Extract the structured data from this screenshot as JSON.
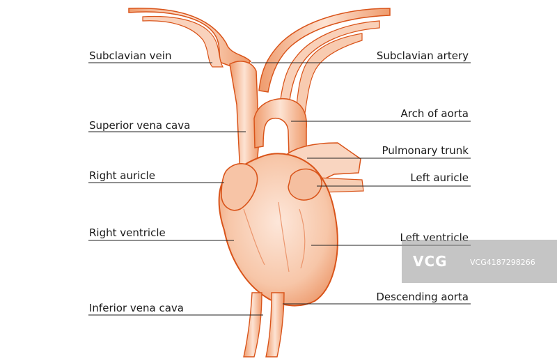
{
  "labels": {
    "subclavian_vein": "Subclavian vein",
    "superior_vena_cava": "Superior vena cava",
    "right_auricle": "Right auricle",
    "right_ventricle": "Right ventricle",
    "inferior_vena_cava": "Inferior vena cava",
    "subclavian_artery": "Subclavian artery",
    "arch_of_aorta": "Arch of aorta",
    "pulmonary_trunk": "Pulmonary trunk",
    "left_auricle": "Left auricle",
    "left_ventricle": "Left ventricle",
    "descending_aorta": "Descending aorta"
  },
  "watermark": {
    "logo": "VCG",
    "id": "VCG4187298266"
  },
  "colors": {
    "tissue_fill": "#f6c4a6",
    "tissue_stroke": "#d9541a",
    "leader_line": "#222222"
  }
}
